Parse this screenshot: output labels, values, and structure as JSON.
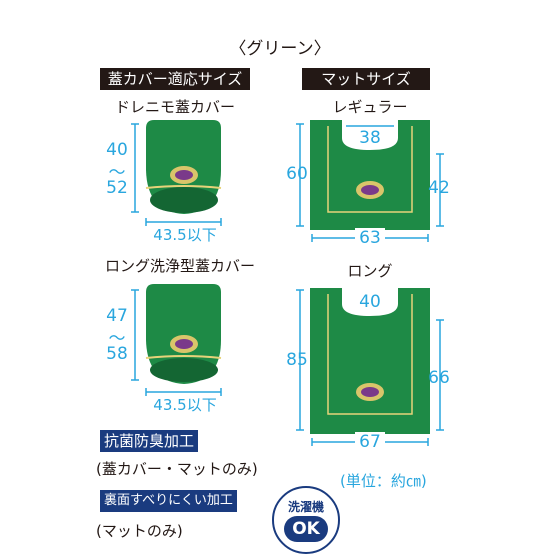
{
  "title": "〈グリーン〉",
  "left_header": "蓋カバー適応サイズ",
  "right_header": "マットサイズ",
  "lid1": {
    "label": "ドレニモ蓋カバー",
    "h_top": "40",
    "h_tilde": "～",
    "h_bottom": "52",
    "width": "43.5以下"
  },
  "lid2": {
    "label": "ロング洗浄型蓋カバー",
    "h_top": "47",
    "h_tilde": "～",
    "h_bottom": "58",
    "width": "43.5以下"
  },
  "mat1": {
    "label": "レギュラー",
    "notch": "38",
    "height": "60",
    "side": "42",
    "width": "63"
  },
  "mat2": {
    "label": "ロング",
    "notch": "40",
    "height": "85",
    "side": "66",
    "width": "67"
  },
  "feature1": {
    "badge": "抗菌防臭加工",
    "note": "(蓋カバー・マットのみ)"
  },
  "feature2": {
    "badge": "裏面すべりにくい加工",
    "note": "(マットのみ)"
  },
  "unit": "(単位：約㎝)",
  "washer": {
    "top": "洗濯機",
    "ok": "OK"
  },
  "colors": {
    "green": "#1e8a46",
    "dark_green": "#146633",
    "dim": "#29a6de",
    "badge": "#1a3b7f"
  }
}
